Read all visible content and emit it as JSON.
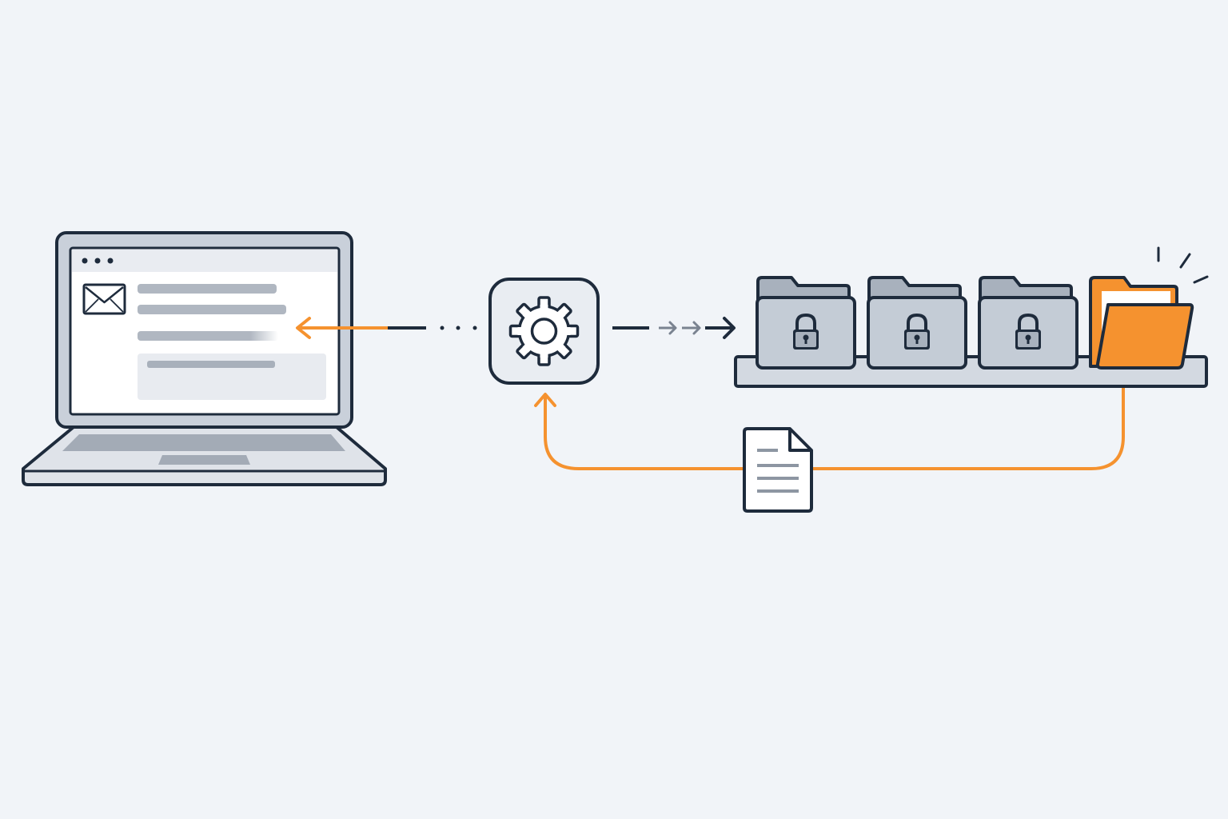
{
  "diagram": {
    "nodes": [
      {
        "id": "laptop",
        "icon": "laptop-icon",
        "content": "email-client-window"
      },
      {
        "id": "processor",
        "icon": "gear-icon"
      },
      {
        "id": "storage",
        "icon": "folder-shelf-icon",
        "locked_folders": 3,
        "open_folders": 1
      },
      {
        "id": "document",
        "icon": "document-icon"
      }
    ],
    "edges": [
      {
        "from": "processor",
        "to": "laptop",
        "style": "orange-solid-then-dotted"
      },
      {
        "from": "processor",
        "to": "storage",
        "style": "dashed"
      },
      {
        "from": "storage",
        "to": "processor",
        "via": "document",
        "style": "orange-solid"
      }
    ],
    "colors": {
      "background": "#f1f4f8",
      "stroke": "#1e2b3c",
      "folder_fill": "#c4ccd6",
      "accent": "#f5922f",
      "text_bar": "#b0b7c1"
    }
  }
}
